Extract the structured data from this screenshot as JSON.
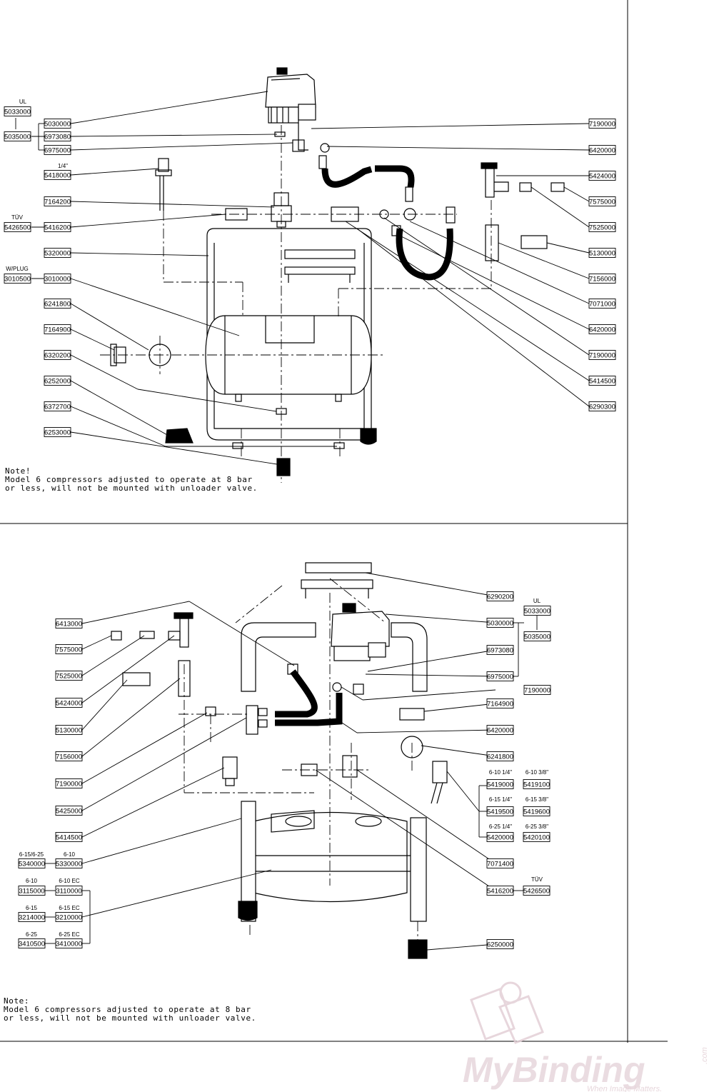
{
  "top_diagram": {
    "note_lines": [
      "Note!",
      "Model 6 compressors adjusted to operate at 8 bar",
      "or less, will not be mounted with unloader valve."
    ],
    "captions": {
      "ul": "UL",
      "quarter": "1/4\"",
      "tuv": "TÜV",
      "wplug": "W/PLUG"
    },
    "left_labels": [
      "5033000",
      "5035000",
      "5030000",
      "6973080",
      "6975000",
      "5418000",
      "7164200",
      "5426500",
      "5416200",
      "5320000",
      "3010500",
      "3010000",
      "6241800",
      "7164900",
      "6320200",
      "6252000",
      "6372700",
      "6253000"
    ],
    "right_labels": [
      "7190000",
      "6420000",
      "5424000",
      "7575000",
      "7525000",
      "5130000",
      "7156000",
      "7071000",
      "6420000",
      "7190000",
      "5414500",
      "6290300"
    ]
  },
  "bottom_diagram": {
    "note_lines": [
      "Note:",
      "Model 6 compressors adjusted to operate at 8 bar",
      "or less, will not be mounted with unloader valve."
    ],
    "left_labels": [
      "6413000",
      "7575000",
      "7525000",
      "5424000",
      "5130000",
      "7156000",
      "7190000",
      "5425000",
      "5414500",
      "5340000",
      "5330000",
      "3115000",
      "3110000",
      "3214000",
      "3210000",
      "3410500",
      "3410000"
    ],
    "left_captions": [
      "6-15/6-25",
      "6-10",
      "6-10",
      "6-10  EC",
      "6-15",
      "6-15  EC",
      "6-25",
      "6-25  EC"
    ],
    "right_labels": [
      "6290200",
      "5030000",
      "5033000",
      "5035000",
      "6973080",
      "6975000",
      "7190000",
      "7164900",
      "6420000",
      "6241800",
      "5419000",
      "5419100",
      "5419500",
      "5419600",
      "5420000",
      "5420100",
      "7071400",
      "5416200",
      "5426500",
      "6250000"
    ],
    "right_captions": [
      "UL",
      "6-10 1/4\"",
      "6-10 3/8\"",
      "6-15 1/4\"",
      "6-15 3/8\"",
      "6-25 1/4\"",
      "6-25 3/8\"",
      "TÜV"
    ]
  },
  "watermark": {
    "brand": "MyBinding",
    "tagline": "When Image Matters.",
    "suffix": ".com"
  }
}
